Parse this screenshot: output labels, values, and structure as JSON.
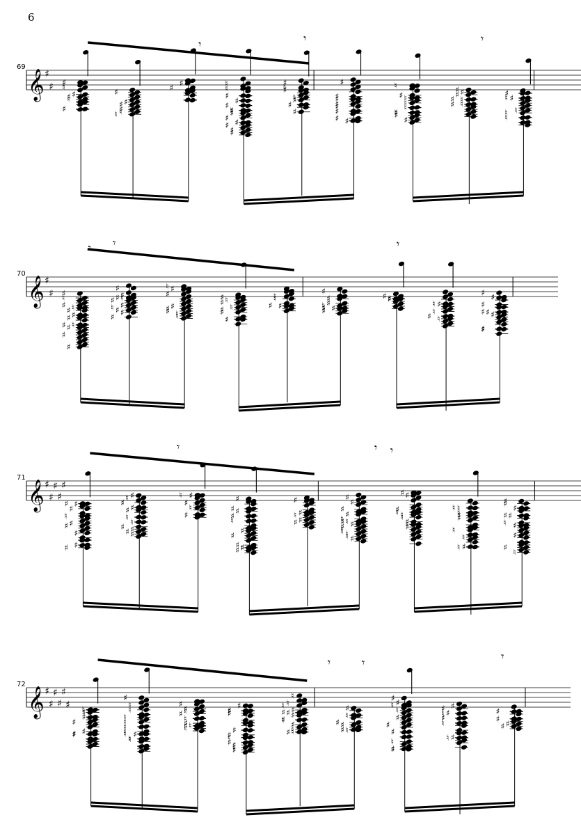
{
  "page": {
    "number": "6"
  },
  "systems": [
    {
      "measure": "69",
      "key_sharps": 2
    },
    {
      "measure": "70",
      "key_sharps": 2
    },
    {
      "measure": "71",
      "key_sharps": 5
    },
    {
      "measure": "72",
      "key_sharps": 6
    }
  ],
  "glyphs": {
    "sharp": "♯",
    "natural": "♮",
    "treble_clef": "𝄞"
  },
  "colors": {
    "ink": "#000000",
    "paper": "#ffffff"
  }
}
